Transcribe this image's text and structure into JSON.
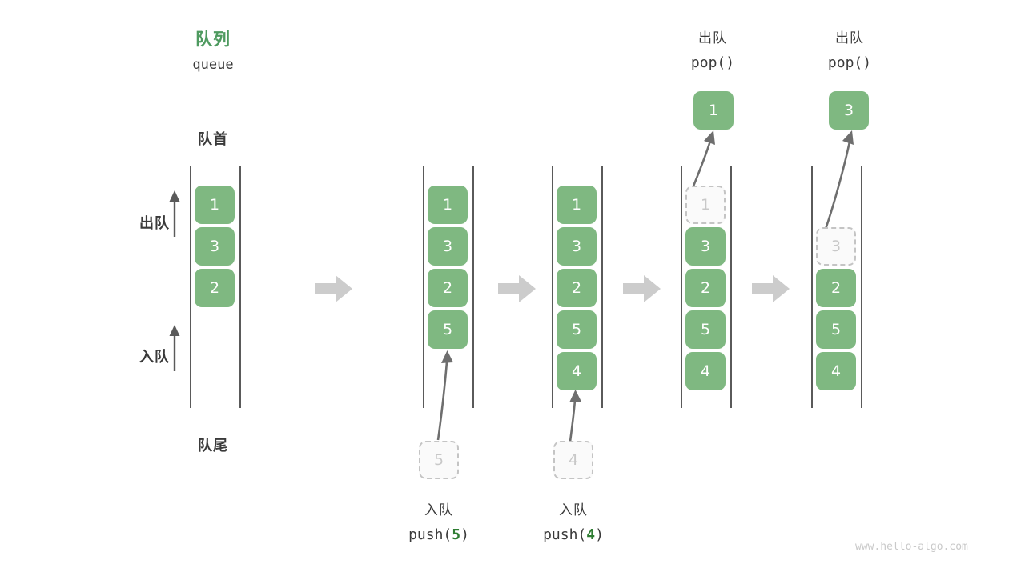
{
  "meta": {
    "watermark": "www.hello-algo.com",
    "accent_green": "#4e9a5f",
    "cell_green": "#7fb881",
    "ghost_gray": "#c8c8c8",
    "rail_gray": "#5a5a5a",
    "arrow_gray": "#cccccc"
  },
  "header": {
    "title_cn": "队列",
    "title_en": "queue"
  },
  "side_labels": {
    "front": "队首",
    "rear": "队尾",
    "dequeue": "出队",
    "enqueue": "入队"
  },
  "columns": [
    {
      "id": "initial",
      "cells": [
        "1",
        "3",
        "2"
      ],
      "ghost_index": -1
    },
    {
      "id": "push-5",
      "cells": [
        "1",
        "3",
        "2",
        "5"
      ],
      "ghost_index": -1,
      "incoming_value": "5",
      "caption_cn": "入队",
      "caption_fn": "push(",
      "caption_arg": "5",
      "caption_close": ")"
    },
    {
      "id": "push-4",
      "cells": [
        "1",
        "3",
        "2",
        "5",
        "4"
      ],
      "ghost_index": -1,
      "incoming_value": "4",
      "caption_cn": "入队",
      "caption_fn": "push(",
      "caption_arg": "4",
      "caption_close": ")"
    },
    {
      "id": "pop-1",
      "cells": [
        "1",
        "3",
        "2",
        "5",
        "4"
      ],
      "ghost_index": 0,
      "popped_value": "1",
      "caption_cn": "出队",
      "caption_fn": "pop()"
    },
    {
      "id": "pop-3",
      "cells": [
        "3",
        "2",
        "5",
        "4"
      ],
      "ghost_index": 0,
      "popped_value": "3",
      "caption_cn": "出队",
      "caption_fn": "pop()"
    }
  ]
}
